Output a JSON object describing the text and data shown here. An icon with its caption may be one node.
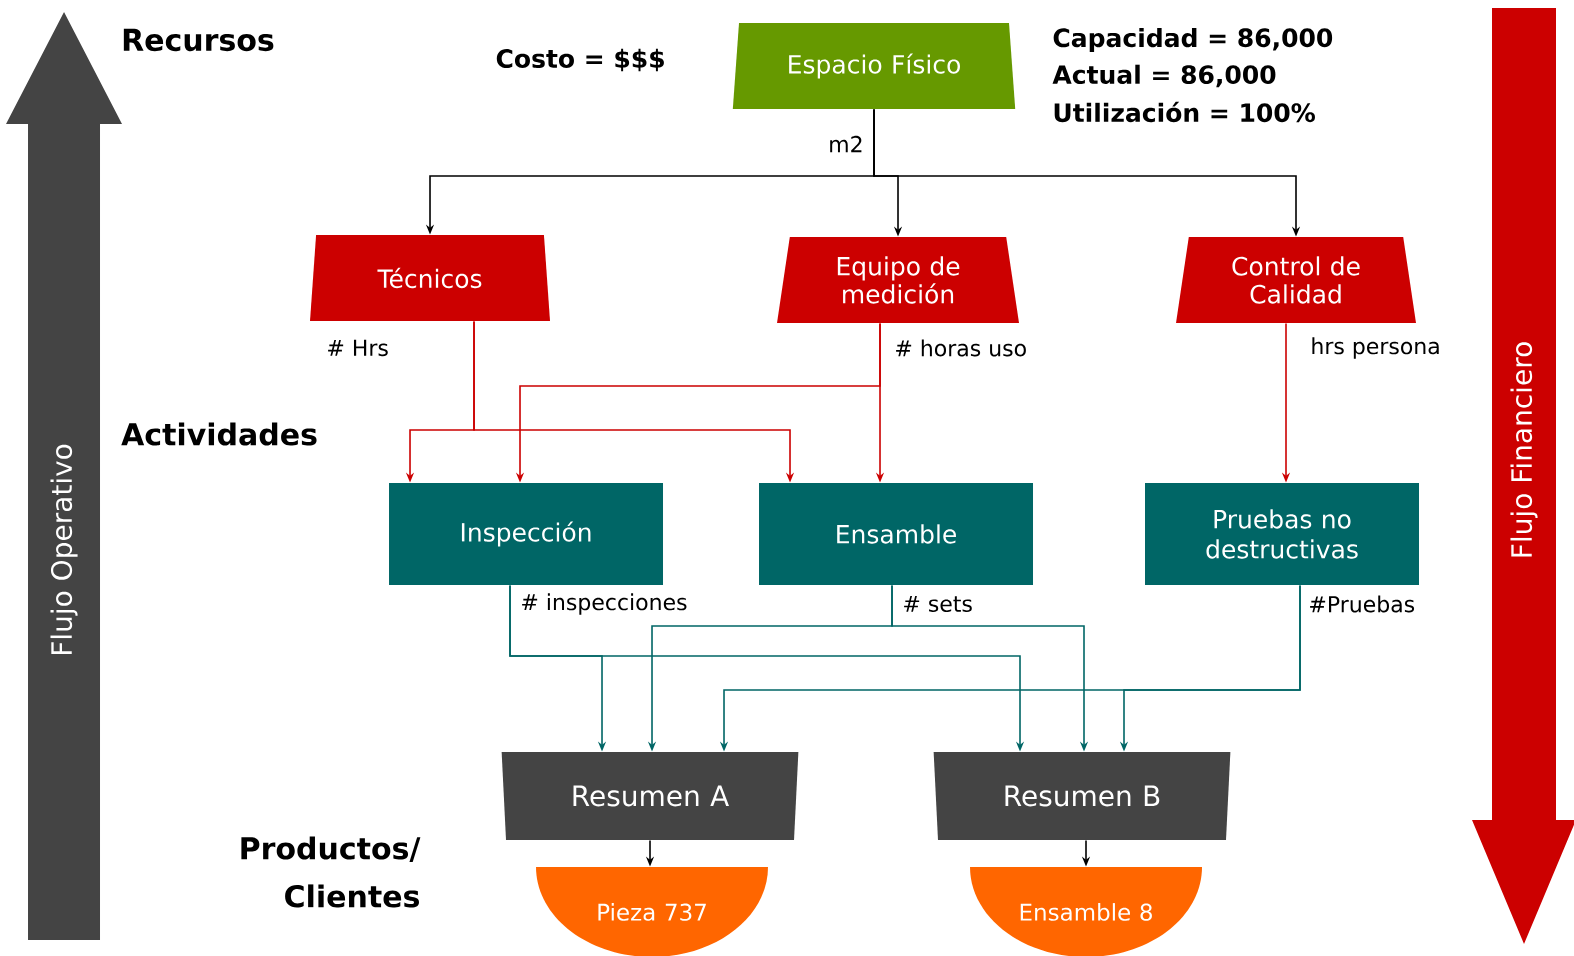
{
  "diagram": {
    "nodes": [
      {
        "text": [
          "Espacio Físico"
        ],
        "beside": [
          "Costo  = $$$",
          "Capacidad = 86,000",
          "Actual = 86,000",
          "Utilización = 100%"
        ]
      },
      {
        "text": [
          "Técnicos"
        ]
      },
      {
        "text": [
          "Equipo de medición"
        ]
      },
      {
        "text": [
          "Control de Calidad"
        ]
      },
      {
        "text": [
          "Inspección"
        ]
      },
      {
        "text": [
          "Ensamble"
        ]
      },
      {
        "text": [
          "Pruebas no destructivas"
        ]
      },
      {
        "text": [
          "Resumen A"
        ]
      },
      {
        "text": [
          "Resumen B"
        ]
      },
      {
        "text": [
          "Pieza 737"
        ]
      },
      {
        "text": [
          "Ensamble 8"
        ]
      }
    ],
    "edges": [
      {
        "from": 0,
        "to": 1,
        "arrow": "to",
        "color": "#000000"
      },
      {
        "from": 0,
        "to": 2,
        "arrow": "to",
        "color": "#000000",
        "label": "m2"
      },
      {
        "from": 0,
        "to": 3,
        "arrow": "to",
        "color": "#000000"
      },
      {
        "from": 1,
        "to": 4,
        "arrow": "to",
        "color": "#cc0000",
        "label": "# Hrs"
      },
      {
        "from": 1,
        "to": 5,
        "arrow": "to",
        "color": "#cc0000"
      },
      {
        "from": 2,
        "to": 4,
        "arrow": "to",
        "color": "#cc0000",
        "label": "# horas uso"
      },
      {
        "from": 2,
        "to": 5,
        "arrow": "to",
        "color": "#cc0000"
      },
      {
        "from": 3,
        "to": 6,
        "arrow": "to",
        "color": "#cc0000",
        "label": "hrs persona"
      },
      {
        "from": 4,
        "to": 7,
        "arrow": "to",
        "label": "# inspecciones"
      },
      {
        "from": 4,
        "to": 8,
        "arrow": "to"
      },
      {
        "from": 5,
        "to": 7,
        "arrow": "to",
        "label": "# sets"
      },
      {
        "from": 5,
        "to": 8,
        "arrow": "to"
      },
      {
        "from": 6,
        "to": 7,
        "arrow": "to",
        "label": "#Pruebas"
      },
      {
        "from": 6,
        "to": 8,
        "arrow": "to"
      },
      {
        "from": 7,
        "to": 9,
        "arrow": "to",
        "color": "#000000"
      },
      {
        "from": 8,
        "to": 10,
        "arrow": "to",
        "color": "#000000"
      }
    ],
    "labels": [
      "Recursos",
      "Actividades",
      "Productos/ Clientes",
      "Flujo Operativo",
      "Flujo Financiero"
    ]
  }
}
